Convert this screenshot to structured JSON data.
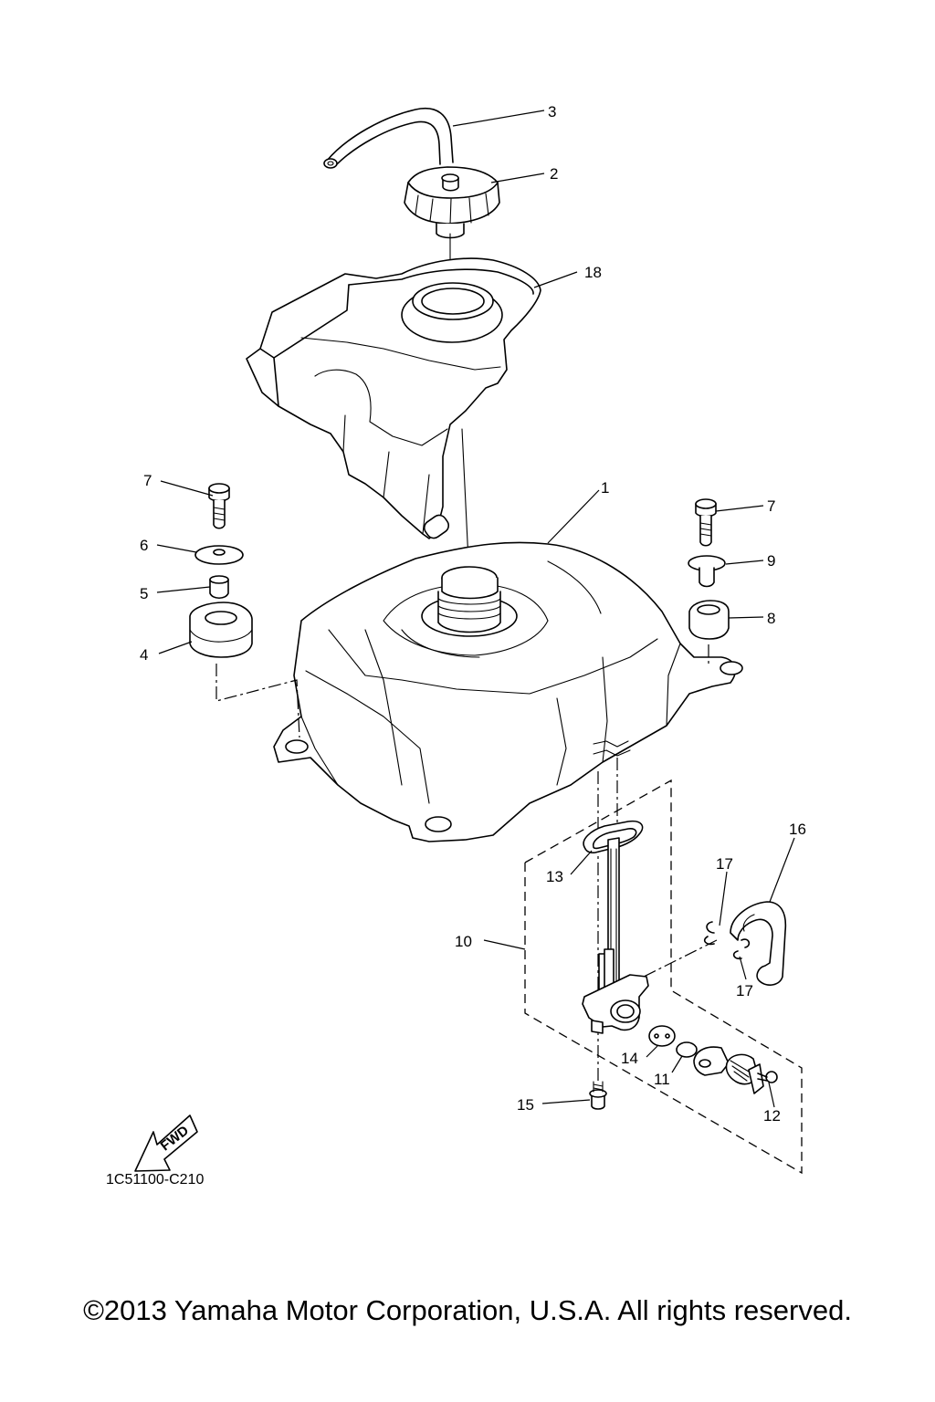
{
  "diagram": {
    "part_code": "1C51100-C210",
    "fwd_label": "FWD",
    "callouts": {
      "c1": "1",
      "c2": "2",
      "c3": "3",
      "c4": "4",
      "c5": "5",
      "c6": "6",
      "c7a": "7",
      "c7b": "7",
      "c8": "8",
      "c9": "9",
      "c10": "10",
      "c11": "11",
      "c12": "12",
      "c13": "13",
      "c14": "14",
      "c15": "15",
      "c16": "16",
      "c17a": "17",
      "c17b": "17",
      "c18": "18"
    }
  },
  "footer": {
    "copyright": "©2013 Yamaha Motor Corporation, U.S.A. All rights reserved."
  }
}
